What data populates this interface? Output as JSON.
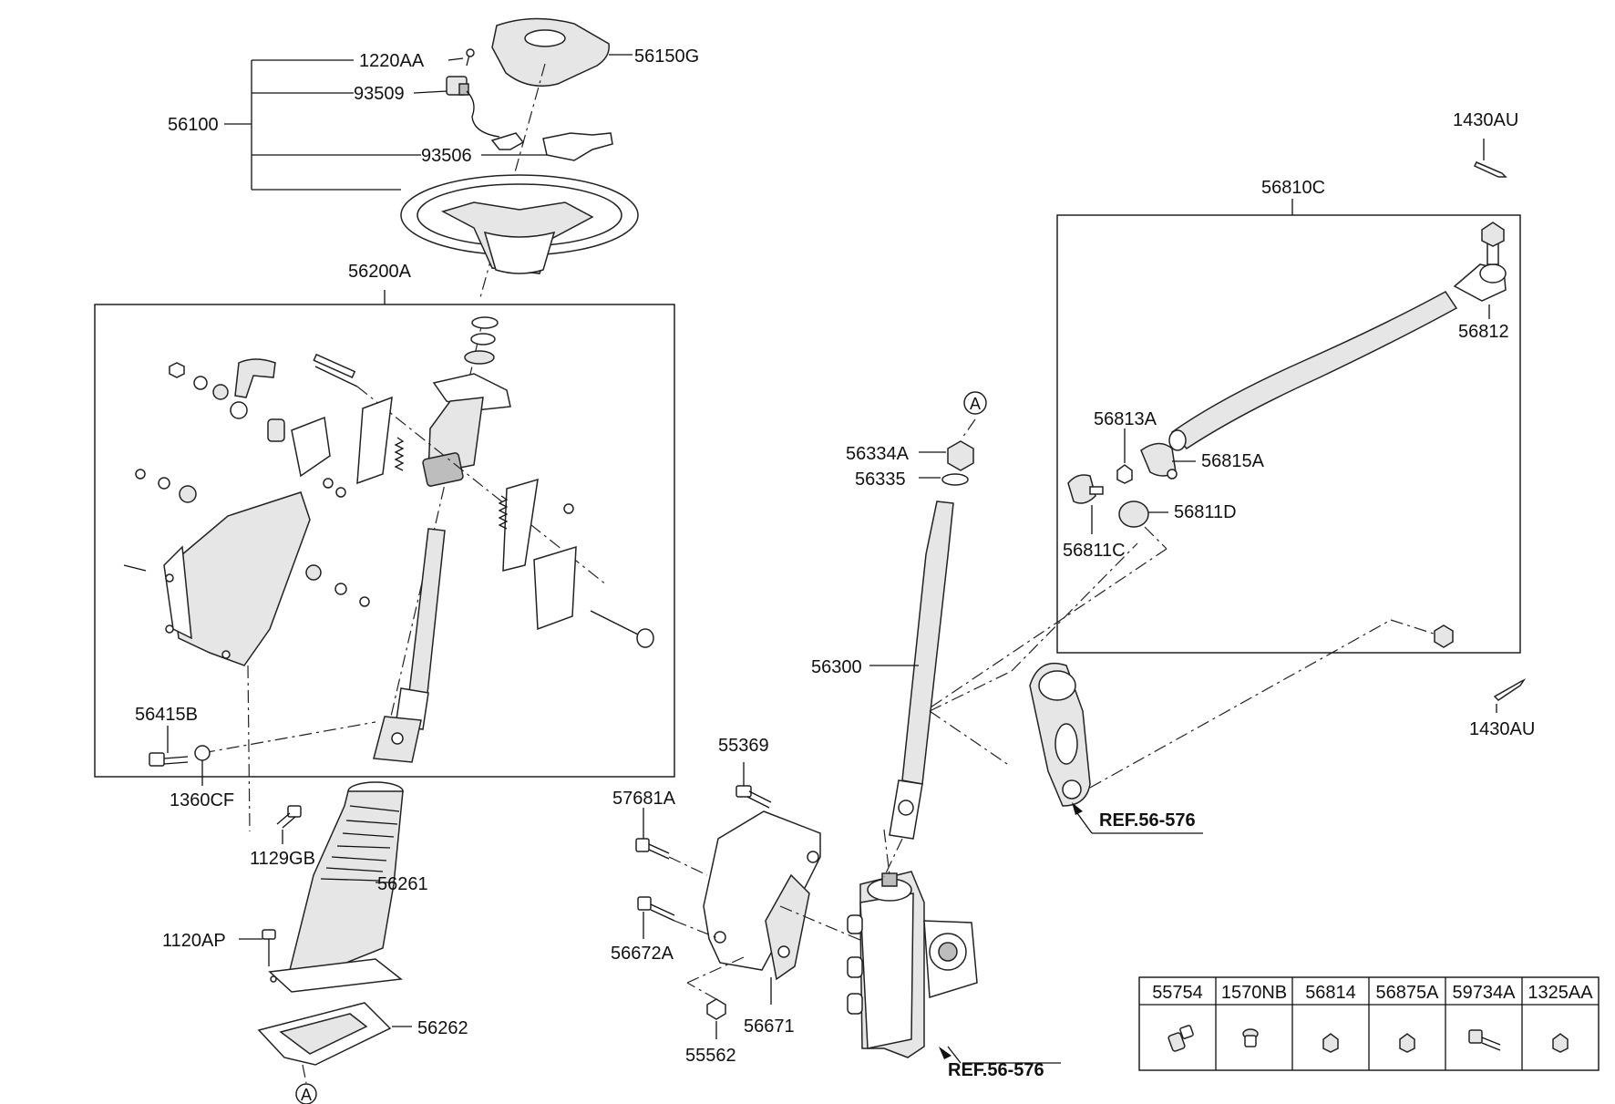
{
  "labels": {
    "p1220AA": "1220AA",
    "p56150G": "56150G",
    "p93509": "93509",
    "p56100": "56100",
    "p93506": "93506",
    "p56200A": "56200A",
    "p56415B": "56415B",
    "p1360CF": "1360CF",
    "p1129GB": "1129GB",
    "p56261": "56261",
    "p1120AP": "1120AP",
    "p56262": "56262",
    "p55369": "55369",
    "p57681A": "57681A",
    "p56672A": "56672A",
    "p55562": "55562",
    "p56671": "56671",
    "p56334A": "56334A",
    "p56335": "56335",
    "p56300": "56300",
    "p56810C": "56810C",
    "p1430AU_top": "1430AU",
    "p1430AU_bottom": "1430AU",
    "p56812": "56812",
    "p56813A": "56813A",
    "p56815A": "56815A",
    "p56811D": "56811D",
    "p56811C": "56811C"
  },
  "callouts": {
    "circle_a_top": "A",
    "circle_a_bottom": "A"
  },
  "references": {
    "ref_right": "REF.56-576",
    "ref_bottom": "REF.56-576"
  },
  "parts_table": {
    "headers": [
      "55754",
      "1570NB",
      "56814",
      "56875A",
      "59734A",
      "1325AA"
    ],
    "icons": [
      "plug-icon",
      "bolt-short-icon",
      "nut-icon",
      "nut-icon",
      "flange-bolt-icon",
      "nut-icon"
    ]
  }
}
